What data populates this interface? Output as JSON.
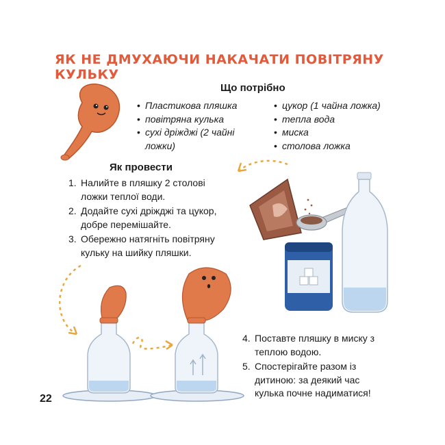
{
  "title": "ЯК НЕ ДМУХАЮЧИ НАКАЧАТИ ПОВІТРЯНУ КУЛЬКУ",
  "needs_heading": "Що потрібно",
  "materials_left": [
    "Пластикова пляшка",
    "повітряна кулька",
    "сухі дріжджі (2 чайні ложки)"
  ],
  "materials_right": [
    "цукор (1 чайна ложка)",
    "тепла вода",
    "миска",
    "столова ложка"
  ],
  "how_heading": "Як провести",
  "steps_top": [
    {
      "num": "1.",
      "text": "Налийте в пляшку 2 столові ложки теплої води."
    },
    {
      "num": "2.",
      "text": "Додайте сухі дріжджі та цукор, добре перемішайте."
    },
    {
      "num": "3.",
      "text": "Обережно натягніть повітряну кульку на шийку пляшки."
    }
  ],
  "steps_bottom": [
    {
      "num": "4.",
      "text": "Поставте пляшку в миску з теплою водою."
    },
    {
      "num": "5.",
      "text": "Спостерігайте разом із дитиною: за деякий час кулька почне надиматися!"
    }
  ],
  "page_number": "22",
  "colors": {
    "accent": "#e15a3c",
    "balloon": "#e07a4a",
    "water": "#bcd6f0",
    "jar": "#2f5fa6",
    "arrow": "#e6a93f"
  }
}
